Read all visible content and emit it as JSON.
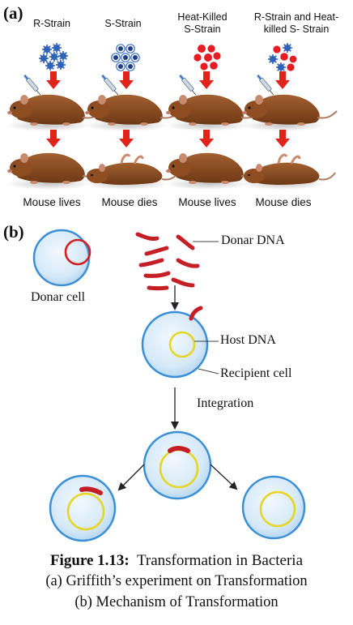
{
  "part_a": {
    "label": "(a)",
    "columns": [
      {
        "title_lines": [
          "R-Strain"
        ],
        "outcome": "Mouse lives",
        "strain": "rough"
      },
      {
        "title_lines": [
          "S-Strain"
        ],
        "outcome": "Mouse dies",
        "strain": "smooth"
      },
      {
        "title_lines": [
          "Heat-Killed",
          "S-Strain"
        ],
        "outcome": "Mouse lives",
        "strain": "heat-killed"
      },
      {
        "title_lines": [
          "R-Strain and Heat-",
          "killed S- Strain"
        ],
        "outcome": "Mouse dies",
        "strain": "mixed"
      }
    ],
    "mouse_states": {
      "top": [
        "alive",
        "alive",
        "alive",
        "alive"
      ],
      "bottom": [
        "alive",
        "dead",
        "alive",
        "dead"
      ]
    }
  },
  "part_b": {
    "label": "(b)",
    "donor_cell_label": "Donar cell",
    "donor_dna_label": "Donar DNA",
    "host_dna_label": "Host DNA",
    "recipient_cell_label": "Recipient cell",
    "integration_label": "Integration"
  },
  "caption": {
    "title": "Figure 1.13:",
    "title_rest": "Transformation in Bacteria",
    "line2": "(a) Griffith’s experiment on Transformation",
    "line3": "(b) Mechanism of Transformation"
  },
  "colors": {
    "arrow_red": "#e32219",
    "cell_blue": "#3a8fd6",
    "cell_fill": "#d9ecfa",
    "dna_red": "#d21f26",
    "host_yellow": "#e6d628",
    "strain_blue": "#2f63b8",
    "mouse_brown": "#8a4a22"
  }
}
